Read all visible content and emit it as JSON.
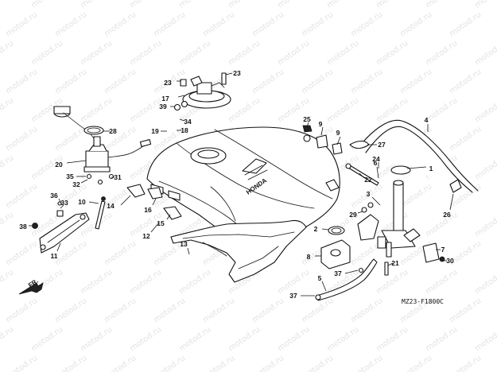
{
  "watermark": "motod.ru",
  "diagram_code": "MZ23-F1800C",
  "direction_label": "FR.",
  "brand": "HONDA",
  "callouts": [
    {
      "text": "1"
    },
    {
      "text": "2"
    },
    {
      "text": "3"
    },
    {
      "text": "4"
    },
    {
      "text": "5"
    },
    {
      "text": "6"
    },
    {
      "text": "7"
    },
    {
      "text": "8"
    },
    {
      "text": "9"
    },
    {
      "text": "9"
    },
    {
      "text": "10"
    },
    {
      "text": "11"
    },
    {
      "text": "12"
    },
    {
      "text": "13"
    },
    {
      "text": "14"
    },
    {
      "text": "15"
    },
    {
      "text": "16"
    },
    {
      "text": "17"
    },
    {
      "text": "18"
    },
    {
      "text": "19"
    },
    {
      "text": "20"
    },
    {
      "text": "21"
    },
    {
      "text": "22"
    },
    {
      "text": "23"
    },
    {
      "text": "23"
    },
    {
      "text": "24"
    },
    {
      "text": "25"
    },
    {
      "text": "26"
    },
    {
      "text": "27"
    },
    {
      "text": "28"
    },
    {
      "text": "29"
    },
    {
      "text": "30"
    },
    {
      "text": "31"
    },
    {
      "text": "32"
    },
    {
      "text": "33"
    },
    {
      "text": "34"
    },
    {
      "text": "35"
    },
    {
      "text": "36"
    },
    {
      "text": "37"
    },
    {
      "text": "37"
    },
    {
      "text": "38"
    },
    {
      "text": "39"
    }
  ]
}
